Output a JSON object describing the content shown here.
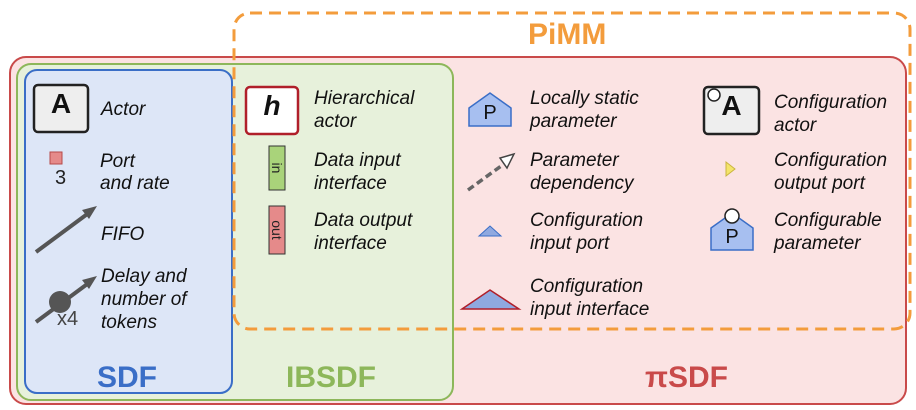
{
  "regions": {
    "pimm": {
      "label": "PiMM",
      "color": "#f39c3c"
    },
    "pisdf": {
      "label": "πSDF",
      "color": "#c0392b"
    },
    "ibsdf": {
      "label": "IBSDF",
      "color": "#8db75a"
    },
    "sdf": {
      "label": "SDF",
      "color": "#3a6ec7"
    }
  },
  "sdf": {
    "actor": {
      "glyph": "A",
      "label": "Actor"
    },
    "port": {
      "rate": "3",
      "label_line1": "Port",
      "label_line2": "and rate"
    },
    "fifo": {
      "label": "FIFO"
    },
    "delay": {
      "count": "x4",
      "label_line1": "Delay and",
      "label_line2": "number of",
      "label_line3": "tokens"
    }
  },
  "ibsdf": {
    "hier_actor": {
      "glyph": "h",
      "label_line1": "Hierarchical",
      "label_line2": "actor"
    },
    "data_in": {
      "glyph": "in",
      "label_line1": "Data input",
      "label_line2": "interface"
    },
    "data_out": {
      "glyph": "out",
      "label_line1": "Data output",
      "label_line2": "interface"
    }
  },
  "pisdf": {
    "static_param": {
      "glyph": "P",
      "label_line1": "Locally static",
      "label_line2": "parameter"
    },
    "param_dep": {
      "label_line1": "Parameter",
      "label_line2": "dependency"
    },
    "cfg_in_port": {
      "label_line1": "Configuration",
      "label_line2": "input port"
    },
    "cfg_in_iface": {
      "label_line1": "Configuration",
      "label_line2": "input interface"
    },
    "cfg_actor": {
      "glyph": "A",
      "label_line1": "Configuration",
      "label_line2": "actor"
    },
    "cfg_out_port": {
      "label_line1": "Configuration",
      "label_line2": "output port"
    },
    "cfg_param": {
      "glyph": "P",
      "label_line1": "Configurable",
      "label_line2": "parameter"
    }
  }
}
